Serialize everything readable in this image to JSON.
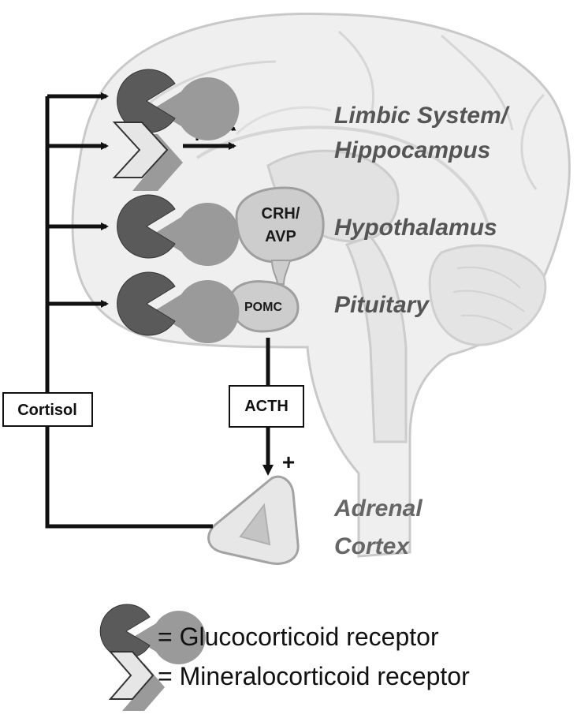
{
  "regions": {
    "limbic_line1": "Limbic System/",
    "limbic_line2": "Hippocampus",
    "hypothalamus": "Hypothalamus",
    "pituitary": "Pituitary",
    "adrenal_line1": "Adrenal",
    "adrenal_line2": "Cortex"
  },
  "inner_labels": {
    "crh_line1": "CRH/",
    "crh_line2": "AVP",
    "pomc": "POMC"
  },
  "hormones": {
    "cortisol": "Cortisol",
    "acth": "ACTH"
  },
  "signs": {
    "limbic_gr": "-",
    "limbic_mr": "+",
    "hypothalamus": "-",
    "pituitary": "-",
    "adrenal": "+"
  },
  "legend": {
    "glucocorticoid": "= Glucocorticoid receptor",
    "mineralocorticoid": "= Mineralocorticoid receptor"
  },
  "colors": {
    "gr_receptor": "#5a5a5a",
    "mr_receptor": "#e6e6e6",
    "shadow": "#9a9a9a",
    "brain": "#eeeeee",
    "gland": "#cfcfcf"
  }
}
